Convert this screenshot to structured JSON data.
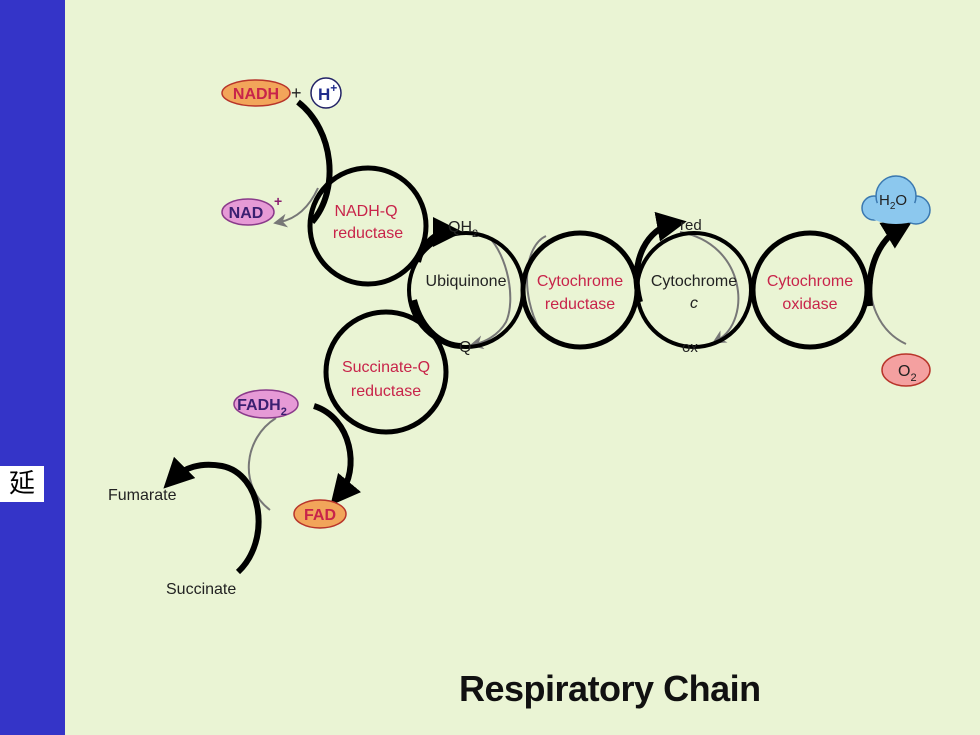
{
  "sidebar": {
    "char": "延"
  },
  "title": "Respiratory Chain",
  "enzymes": {
    "nadh_q_reductase": [
      "NADH-Q",
      "reductase"
    ],
    "succinate_q_reductase": [
      "Succinate-Q",
      "reductase"
    ],
    "cytochrome_reductase": [
      "Cytochrome",
      "reductase"
    ],
    "cytochrome_oxidase": [
      "Cytochrome",
      "oxidase"
    ]
  },
  "carriers": {
    "ubiquinone": "Ubiquinone",
    "cytochrome_c": [
      "Cytochrome",
      "c"
    ]
  },
  "labels": {
    "qh2": "QH",
    "qh2_sub": "2",
    "q": "Q",
    "red": "red",
    "ox": "ox",
    "fumarate": "Fumarate",
    "succinate": "Succinate",
    "plus": "+"
  },
  "pills": {
    "nadh": "NADH",
    "h_plus": "H",
    "h_plus_sup": "+",
    "nad": "NAD",
    "nad_sup": "+",
    "fadh2": "FADH",
    "fadh2_sub": "2",
    "fad": "FAD",
    "o2": "O",
    "o2_sub": "2",
    "h2o_h": "H",
    "h2o_sub": "2",
    "h2o_o": "O"
  },
  "colors": {
    "sidebar": "#3434c8",
    "background": "#eaf4d4",
    "enzyme_text": "#c8244a",
    "nadh_pill": "#f2a55a",
    "fad_pill": "#f2a55a",
    "o2_pill": "#f4a0a0",
    "nad_pill": "#e69ad6",
    "fadh2_pill": "#e69ad6",
    "h2o_cloud": "#8cc8ee"
  }
}
